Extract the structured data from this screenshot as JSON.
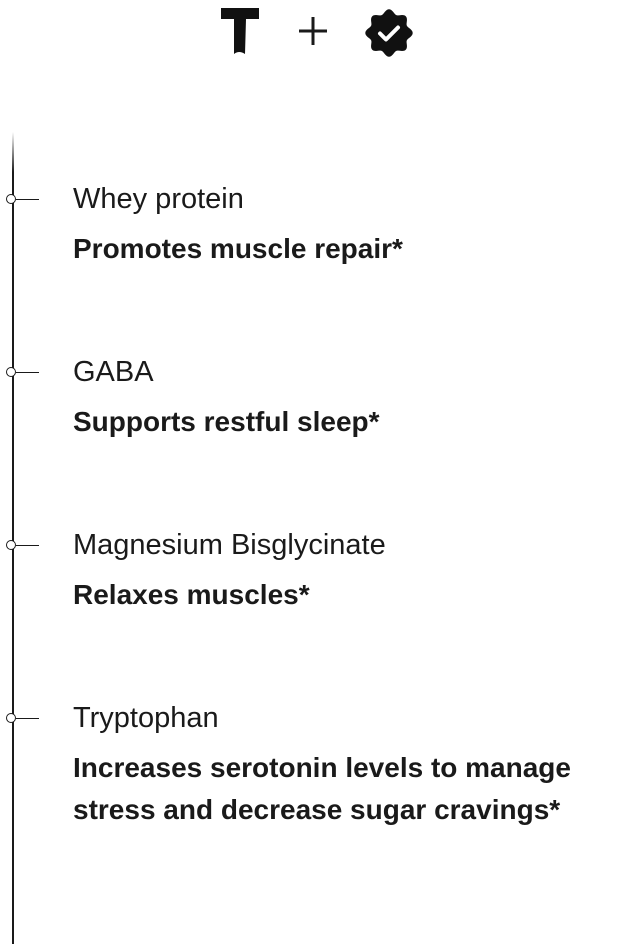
{
  "header": {
    "plus_symbol": "+",
    "brand_logo_icon": "brand-t-logo",
    "verified_badge_icon": "check-badge-icon"
  },
  "timeline": {
    "items": [
      {
        "ingredient": "Whey protein",
        "benefit": "Promotes muscle repair*"
      },
      {
        "ingredient": "GABA",
        "benefit": "Supports restful sleep*"
      },
      {
        "ingredient": "Magnesium Bisglycinate",
        "benefit": "Relaxes muscles*"
      },
      {
        "ingredient": "Tryptophan",
        "benefit": "Increases serotonin levels to manage stress and decrease sugar cravings*"
      }
    ]
  }
}
